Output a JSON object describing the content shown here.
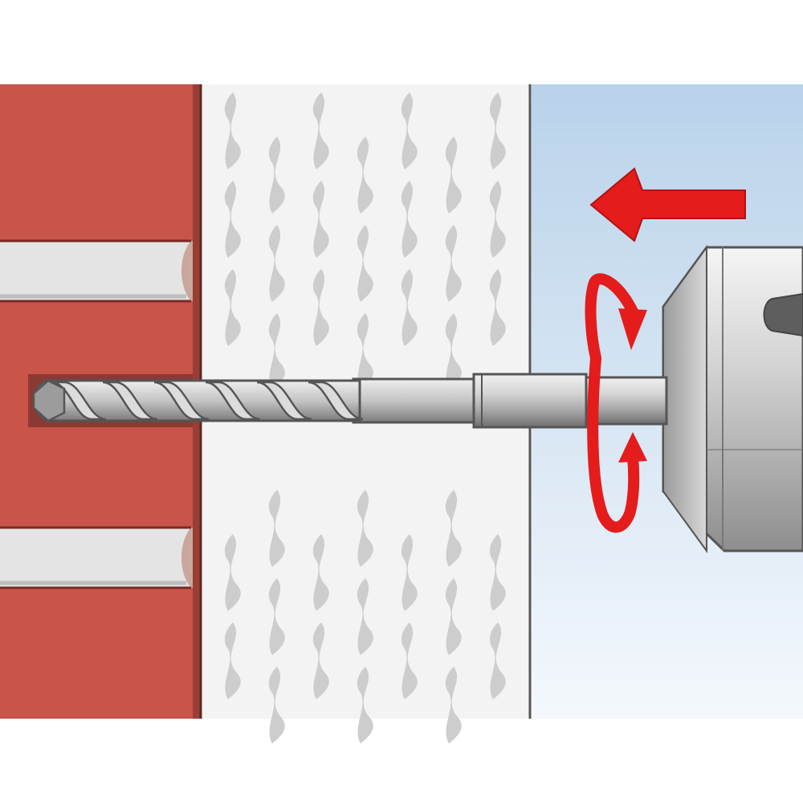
{
  "diagram": {
    "colors": {
      "background": "#ffffff",
      "brick": "#c8544a",
      "brick_outline": "#7a2a22",
      "mortar": "#e4e4e4",
      "mortar_shadow": "#bdbdbd",
      "insulation": "#f3f3f3",
      "insulation_pattern": "#c9c9c9",
      "air_gap_top": "#b9d2ea",
      "air_gap_bottom": "#eef4fb",
      "steel": "#b8b8b8",
      "steel_dark": "#5a5a5a",
      "arrow_red": "#e41c1c"
    },
    "layers": [
      "brick-wall",
      "insulation-layer",
      "cladding-gap"
    ],
    "motion": {
      "direction": "left",
      "rotation": "clockwise"
    }
  }
}
